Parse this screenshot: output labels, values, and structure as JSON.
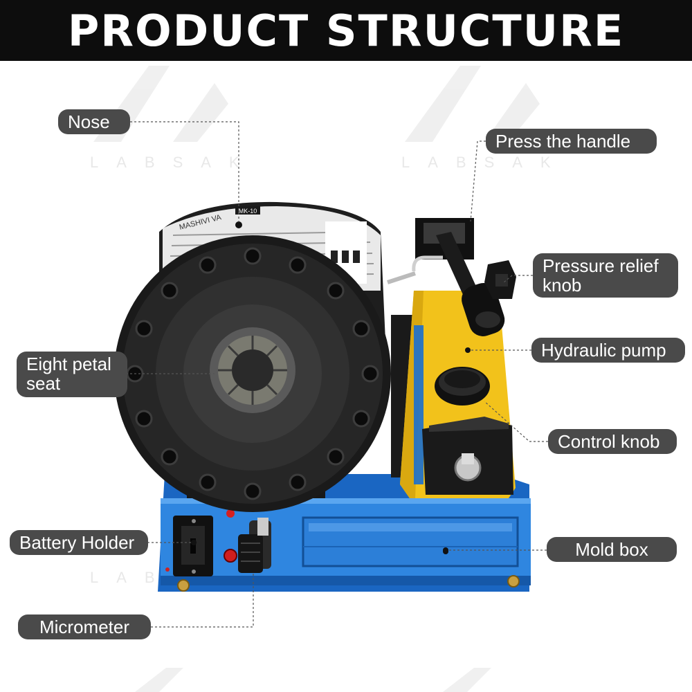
{
  "header": {
    "title": "PRODUCT STRUCTURE"
  },
  "watermark": {
    "brand": "LABSAK"
  },
  "machine": {
    "model_label": "MK-10",
    "brand_plate": "MASHIVI VA"
  },
  "callouts": {
    "nose": "Nose",
    "press_handle": "Press the handle",
    "pressure_relief_knob_line1": "Pressure relief",
    "pressure_relief_knob_line2": "knob",
    "eight_petal_seat_line1": "Eight petal",
    "eight_petal_seat_line2": "seat",
    "hydraulic_pump": "Hydraulic pump",
    "control_knob": "Control knob",
    "battery_holder": "Battery Holder",
    "mold_box": "Mold box",
    "micrometer": "Micrometer"
  },
  "colors": {
    "header_bg": "#0d0d0d",
    "callout_bg": "#4a4a4a",
    "base_blue": "#1e73d0",
    "pump_yellow": "#f2c21b",
    "steel_dark": "#1c1c1c"
  }
}
